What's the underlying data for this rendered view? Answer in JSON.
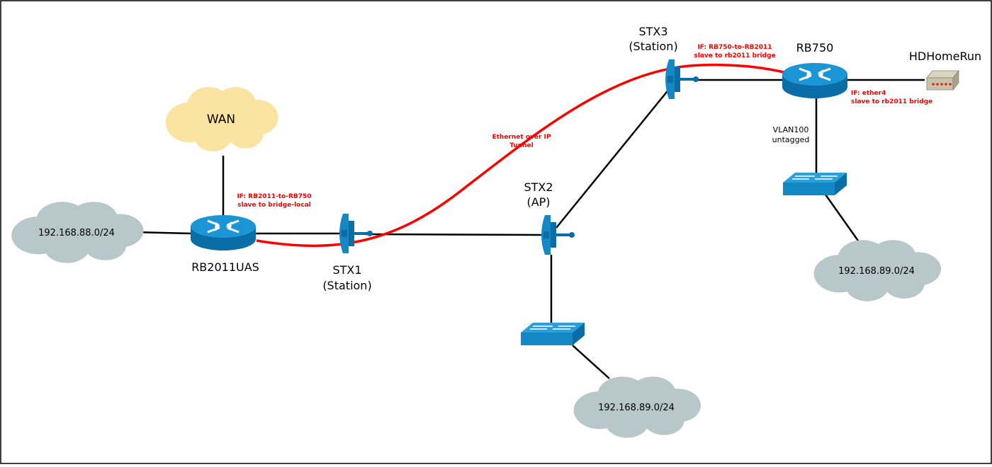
{
  "colors": {
    "tunnel": "#ff0000",
    "cloud_gray": "#b8c7c9",
    "cloud_wan": "#fbe3a2",
    "device_blue": "#1487c5",
    "device_dark": "#0b6da6"
  },
  "clouds": {
    "wan": "WAN",
    "lan88": "192.168.88.0/24",
    "lan89_center": "192.168.89.0/24",
    "lan89_right": "192.168.89.0/24"
  },
  "devices": {
    "rb2011": "RB2011UAS",
    "rb750": "RB750",
    "hdhomerun": "HDHomeRun",
    "stx1": [
      "STX1",
      "(Station)"
    ],
    "stx2": [
      "STX2",
      "(AP)"
    ],
    "stx3": [
      "STX3",
      "(Station)"
    ]
  },
  "annotations": {
    "rb2011_if": [
      "IF: RB2011-to-RB750",
      "slave to bridge-local"
    ],
    "rb750_if": [
      "IF: RB750-to-RB2011",
      "slave to rb2011 bridge"
    ],
    "ether4_if": [
      "IF: ether4",
      "slave to rb2011 bridge"
    ],
    "tunnel": [
      "Ethernet over IP",
      "Tunnel"
    ],
    "vlan": [
      "VLAN100",
      "untagged"
    ]
  }
}
